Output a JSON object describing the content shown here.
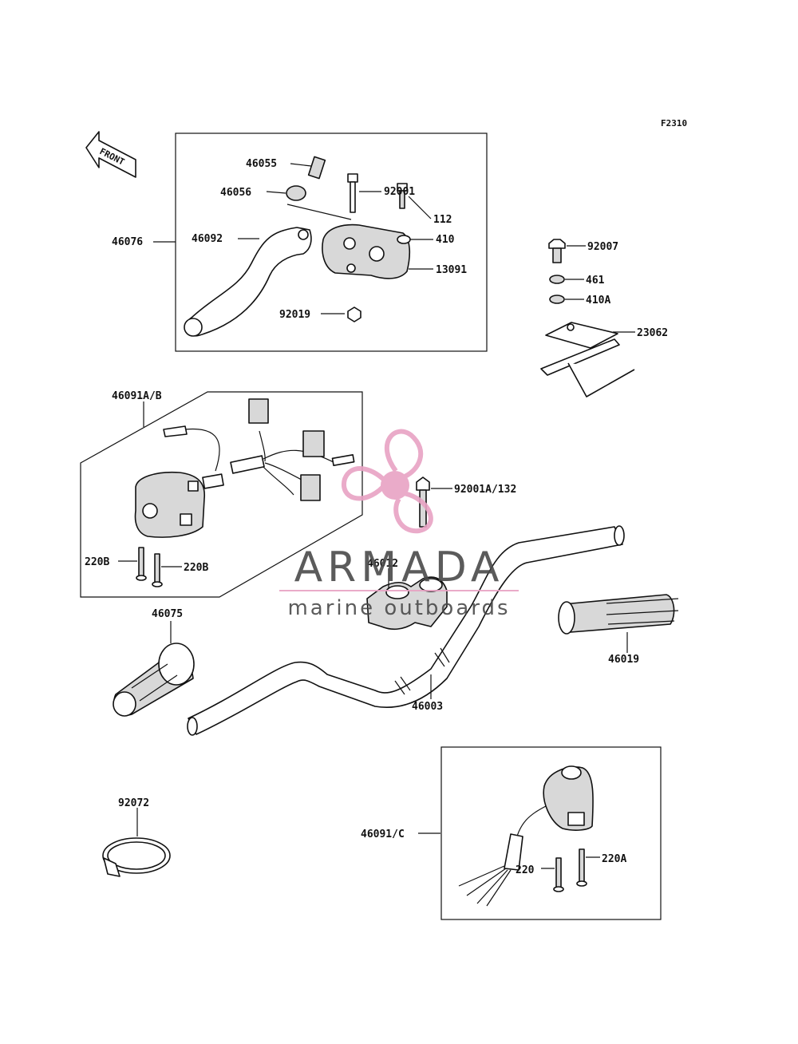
{
  "figure_code": "F2310",
  "front_arrow": {
    "label": "FRONT"
  },
  "watermark": {
    "brand": "ARMADA",
    "tagline": "marine outboards",
    "accent_color": "#e8a3c4",
    "text_color": "#4a4a4a"
  },
  "callouts": {
    "p46055": "46055",
    "p46056": "46056",
    "p92001": "92001",
    "p112": "112",
    "p410": "410",
    "p46092": "46092",
    "p46076": "46076",
    "p13091": "13091",
    "p92019": "92019",
    "p92007": "92007",
    "p461": "461",
    "p410A": "410A",
    "p23062": "23062",
    "p46091AB": "46091A/B",
    "p92001A132": "92001A/132",
    "p220B_left": "220B",
    "p220B_right": "220B",
    "p46012": "46012",
    "p46075": "46075",
    "p46019": "46019",
    "p46003": "46003",
    "p92072": "92072",
    "p46091C": "46091/C",
    "p220": "220",
    "p220A": "220A"
  }
}
